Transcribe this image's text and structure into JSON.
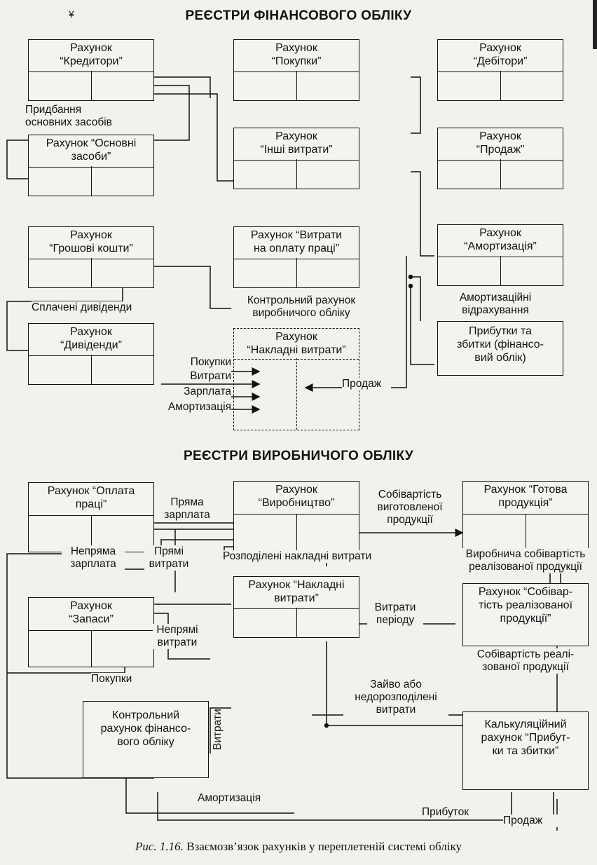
{
  "header_mark": "¥",
  "sections": {
    "financial_title": "РЕЄСТРИ ФІНАНСОВОГО ОБЛІКУ",
    "production_title": "РЕЄСТРИ ВИРОБНИЧОГО ОБЛІКУ"
  },
  "accounts": {
    "kredytory": "Рахунок\n“Кредитори”",
    "pokupky": "Рахунок\n“Покупки”",
    "debitory": "Рахунок\n“Дебітори”",
    "osnovni": "Рахунок “Основні\nзасоби”",
    "inshi": "Рахунок\n“Інші витрати”",
    "prodazh": "Рахунок\n“Продаж”",
    "groshovi": "Рахунок\n“Грошові кошти”",
    "oplata_pratsi": "Рахунок “Витрати\nна оплату праці”",
    "amortyzatsiya": "Рахунок\n“Амортизація”",
    "dyvidendy": "Рахунок\n“Дивіденди”",
    "nakladni_ctrl": "Рахунок\n“Накладні витрати”",
    "prybutky_fin": "Прибутки та\nзбитки (фінансо-\nвий облік)",
    "oplata_prod": "Рахунок “Оплата\nпраці”",
    "vyrobnytstvo": "Рахунок\n“Виробництво”",
    "gotova": "Рахунок “Готова\nпродукція”",
    "nakladni_prod": "Рахунок “Накладні\nвитрати”",
    "zapasy": "Рахунок\n“Запаси”",
    "sobivartist": "Рахунок “Собівар-\nтість реалізованої\nпродукції”",
    "kontrol_fin": "Контрольний\nрахунок фінансо-\nвого обліку",
    "kalkulyatsiyny": "Калькуляційний\nрахунок “Прибут-\nки та збитки”"
  },
  "labels": {
    "prydbannya": "Придбання\nосновних засобів",
    "splacheni": "Сплачені дивіденди",
    "amort_vidrakh": "Амортизаційні\nвідрахування",
    "kontrol_vyrob": "Контрольний рахунок\nвиробничого обліку",
    "in_pokupky": "Покупки",
    "in_vytraty": "Витрати",
    "in_zarplata": "Зарплата",
    "in_amortyzatsiya": "Амортизація",
    "in_prodazh": "Продаж",
    "pryama_zarplata": "Пряма\nзарплата",
    "neprama_zarplata": "Непряма\nзарплата",
    "pryami_vytraty": "Прямі\nвитрати",
    "rozpodileni": "Розподілені накладні витрати",
    "sobivartist_vyg": "Собівартість\nвиготовленої\nпродукції",
    "vyrob_sobivartist": "Виробнича собівартість\nреалізованої продукції",
    "vytraty_periodu": "Витрати\nперіоду",
    "nepryami": "Непрямі\nвитрати",
    "pokupky_bottom": "Покупки",
    "sobivartist_real": "Собівартість реалі-\nзованої продукції",
    "zaivo": "Зайво або\nнедорозподілені\nвитрати",
    "vytraty_vert": "Витрати",
    "amort_bottom": "Амортизація",
    "prybutok": "Прибуток",
    "prodazh_bottom": "Продаж"
  },
  "caption": {
    "figure": "Рис. 1.16.",
    "text": "Взаємозв’язок рахунків у переплетеній системі обліку"
  }
}
